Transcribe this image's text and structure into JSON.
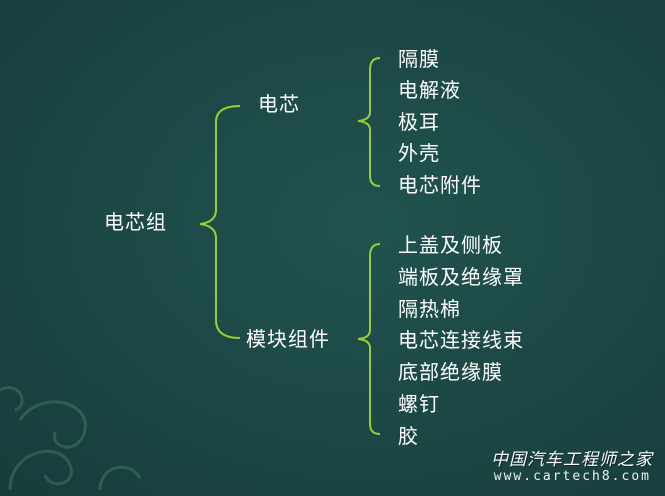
{
  "root": {
    "label": "电芯组"
  },
  "branches": [
    {
      "label": "电芯",
      "children": [
        "隔膜",
        "电解液",
        "极耳",
        "外壳",
        "电芯附件"
      ]
    },
    {
      "label": "模块组件",
      "children": [
        "上盖及侧板",
        "端板及绝缘罩",
        "隔热棉",
        "电芯连接线束",
        "底部绝缘膜",
        "螺钉",
        "胶"
      ]
    }
  ],
  "watermark": {
    "title": "中国汽车工程师之家",
    "url": "www.cartech8.com"
  },
  "colors": {
    "background": "#1d4b49",
    "bracket": "#9acd32",
    "text": "#ffffff"
  }
}
